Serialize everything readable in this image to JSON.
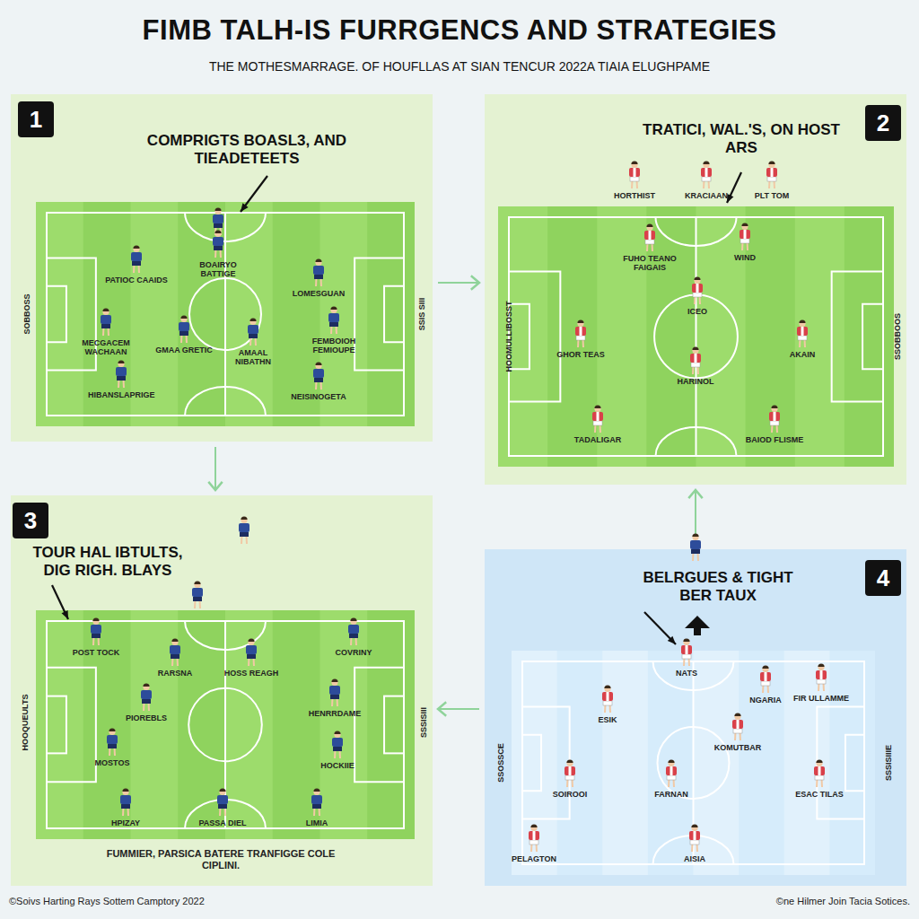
{
  "diagram": {
    "title": "FIMB TALH-IS FURRGENCS AND STRATEGIES",
    "nodes": [
      {
        "text": [
          "1",
          "COMPRIGTS BOASL3, AND TIEADETEETS"
        ]
      },
      {
        "text": [
          "2",
          "TRATICI, WAL.'S, ON HOST ARS"
        ]
      },
      {
        "text": [
          "3",
          "TOUR HAL IBTULTS, DIG RIGH. BLAYS"
        ]
      },
      {
        "text": [
          "4",
          "BELRGUES & TIGHT BER TAUX"
        ]
      }
    ],
    "edges": [
      {
        "from": 0,
        "to": 1,
        "arrow": "to"
      },
      {
        "from": 0,
        "to": 2,
        "arrow": "to"
      },
      {
        "from": 3,
        "to": 1,
        "arrow": "to"
      },
      {
        "from": 3,
        "to": 2,
        "arrow": "to"
      }
    ],
    "labels": [
      "THE MOTHESMARRAGE. OF HOUFLLAS AT SIAN TENCUR 2022A TIAIA ELUGHPAME",
      "BOAIRYO BATTIGE",
      "PATIOC CAAIDS",
      "LOMESGUAN",
      "MECGACEM WACHAAN",
      "GMAA GRETIC",
      "AMAAL NIBATHN",
      "FEMBOIOH FEMIOUPE",
      "HIBANSLAPRIGE",
      "NEISINOGETA",
      "SOBBOSS",
      "SSIS SIII",
      "HORTHIST",
      "KRACIAAN",
      "PLT TOM",
      "FUHO TEANO FAIGAIS",
      "WIND",
      "ICEO",
      "GHOR TEAS",
      "AKAIN",
      "HARINOL",
      "TADALIGAR",
      "BAIOD FLISME",
      "HOOMULLIBOSST",
      "SSOBBOOS",
      "POST TOCK",
      "RARSNA",
      "HOSS REAGH",
      "COVRINY",
      "PIOREBLS",
      "HENRRDAME",
      "MOSTOS",
      "HOCKIIE",
      "HPIZAY",
      "PASSA DIEL",
      "LIMIA",
      "HOOQUEULTS",
      "SSSISIII",
      "FUMMIER, PARSICA BATERE TRANFIGGE COLE CIPLINI.",
      "NATS",
      "NGARIA",
      "FIR ULLAMME",
      "ESIK",
      "KOMUTBAR",
      "FARNAN",
      "ESAC TILAS",
      "SOIROOI",
      "PELAGTON",
      "AISIA",
      "SSOSSCE",
      "SSSISIIIE",
      "©Soivs Harting Rays Sottem Camptory 2022",
      "©ne Hilmer Join Tacia Sotices."
    ]
  }
}
